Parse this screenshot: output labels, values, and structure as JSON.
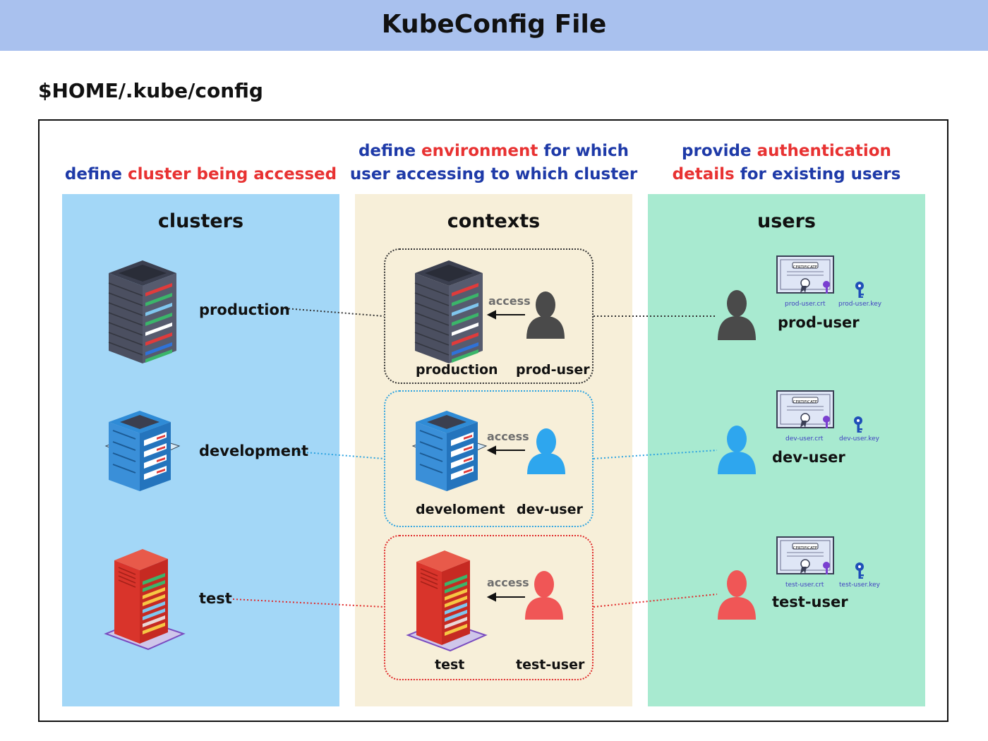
{
  "title": "KubeConfig File",
  "path": "$HOME/.kube/config",
  "descriptions": {
    "clusters": {
      "pre": "define ",
      "hl": "cluster being accessed",
      "post": ""
    },
    "contexts": {
      "l1_pre": "define ",
      "l1_hl": "environment",
      "l1_post": " for which",
      "l2": "user accessing to which cluster"
    },
    "users": {
      "l1_pre": "provide ",
      "l1_hl": "authentication",
      "l2_hl": "details",
      "l2_post": " for existing users"
    }
  },
  "panels": {
    "clusters": "clusters",
    "contexts": "contexts",
    "users": "users"
  },
  "clusters": [
    "production",
    "development",
    "test"
  ],
  "contexts": [
    {
      "cluster": "production",
      "user": "prod-user",
      "access": "access",
      "color": "#333333"
    },
    {
      "cluster": "develoment",
      "user": "dev-user",
      "access": "access",
      "color": "#2ca3e0"
    },
    {
      "cluster": "test",
      "user": "test-user",
      "access": "access",
      "color": "#e02a2a"
    }
  ],
  "users": [
    {
      "name": "prod-user",
      "crt": "prod-user.crt",
      "key": "prod-user.key",
      "color": "#4a4a4a"
    },
    {
      "name": "dev-user",
      "crt": "dev-user.crt",
      "key": "dev-user.key",
      "color": "#2ea6ee"
    },
    {
      "name": "test-user",
      "crt": "test-user.crt",
      "key": "test-user.key",
      "color": "#f05656"
    }
  ],
  "certificate_label": "CERTIFICATE",
  "colors": {
    "title_bar": "#a9c1ee",
    "clusters_panel": "#a3d7f7",
    "contexts_panel": "#f7efd9",
    "users_panel": "#a8ead0",
    "text_blue": "#1e3aa8",
    "text_red": "#e83232"
  }
}
